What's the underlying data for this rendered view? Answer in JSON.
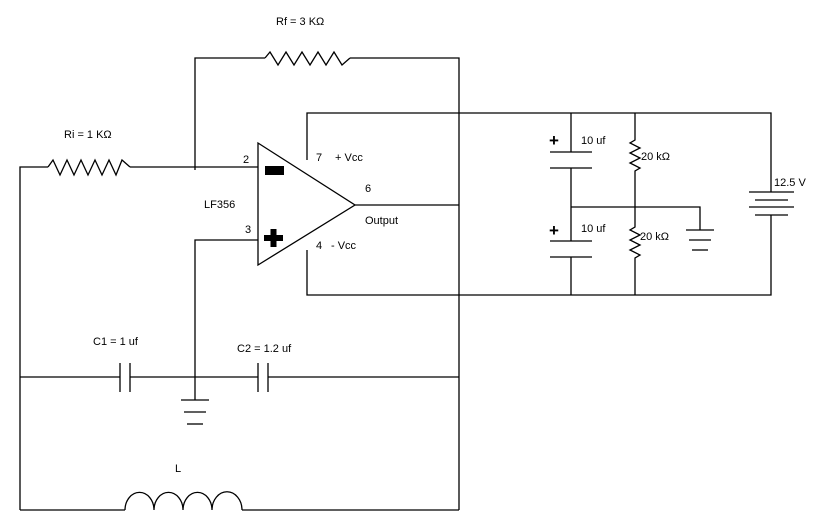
{
  "components": {
    "rf": "Rf = 3 KΩ",
    "ri": "Ri = 1 KΩ",
    "opamp": "LF356",
    "c1": "C1 = 1 uf",
    "c2": "C2 = 1.2 uf",
    "inductor": "L",
    "cap_top": "10 uf",
    "cap_bottom": "10 uf",
    "res_top": "20 kΩ",
    "res_bottom": "20 kΩ",
    "battery": "12.5 V"
  },
  "pins": {
    "inv": "2",
    "noninv": "3",
    "vpos_pin": "7",
    "vpos_label": "+ Vcc",
    "out_pin": "6",
    "out_label": "Output",
    "vneg_pin": "4",
    "vneg_label": "- Vcc"
  },
  "polarity": {
    "cap_top_plus": "+",
    "cap_bottom_plus": "+"
  }
}
